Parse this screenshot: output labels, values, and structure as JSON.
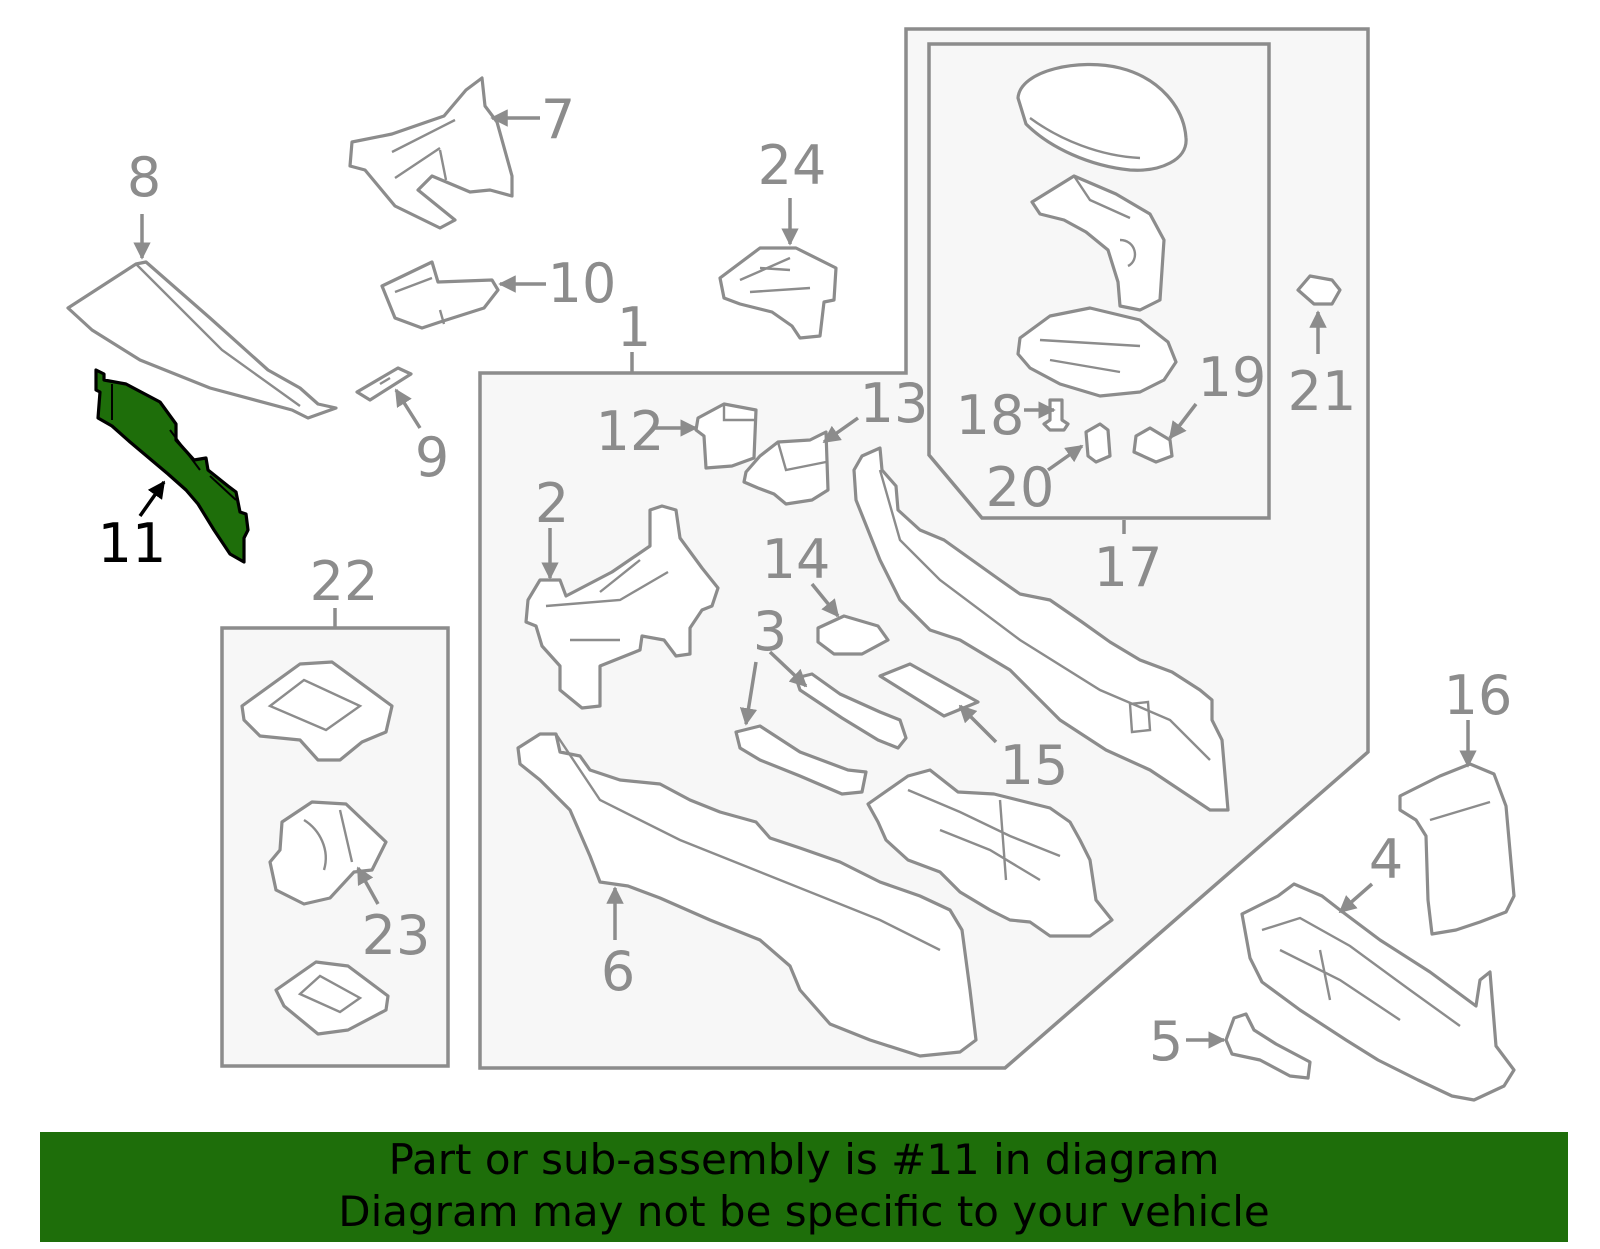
{
  "colors": {
    "line": "#8c8c8c",
    "highlight_fill": "#1e6e0a",
    "highlight_text": "#000000",
    "banner_bg": "#1e6e0a",
    "group_fill": "#f7f7f7"
  },
  "diagram": {
    "highlighted_part": "11",
    "callouts": [
      "1",
      "2",
      "3",
      "4",
      "5",
      "6",
      "7",
      "8",
      "9",
      "10",
      "11",
      "12",
      "13",
      "14",
      "15",
      "16",
      "17",
      "18",
      "19",
      "20",
      "21",
      "22",
      "23",
      "24"
    ]
  },
  "banner": {
    "line1": "Part or sub-assembly is #11 in diagram",
    "line2": "Diagram may not be specific to your vehicle"
  }
}
